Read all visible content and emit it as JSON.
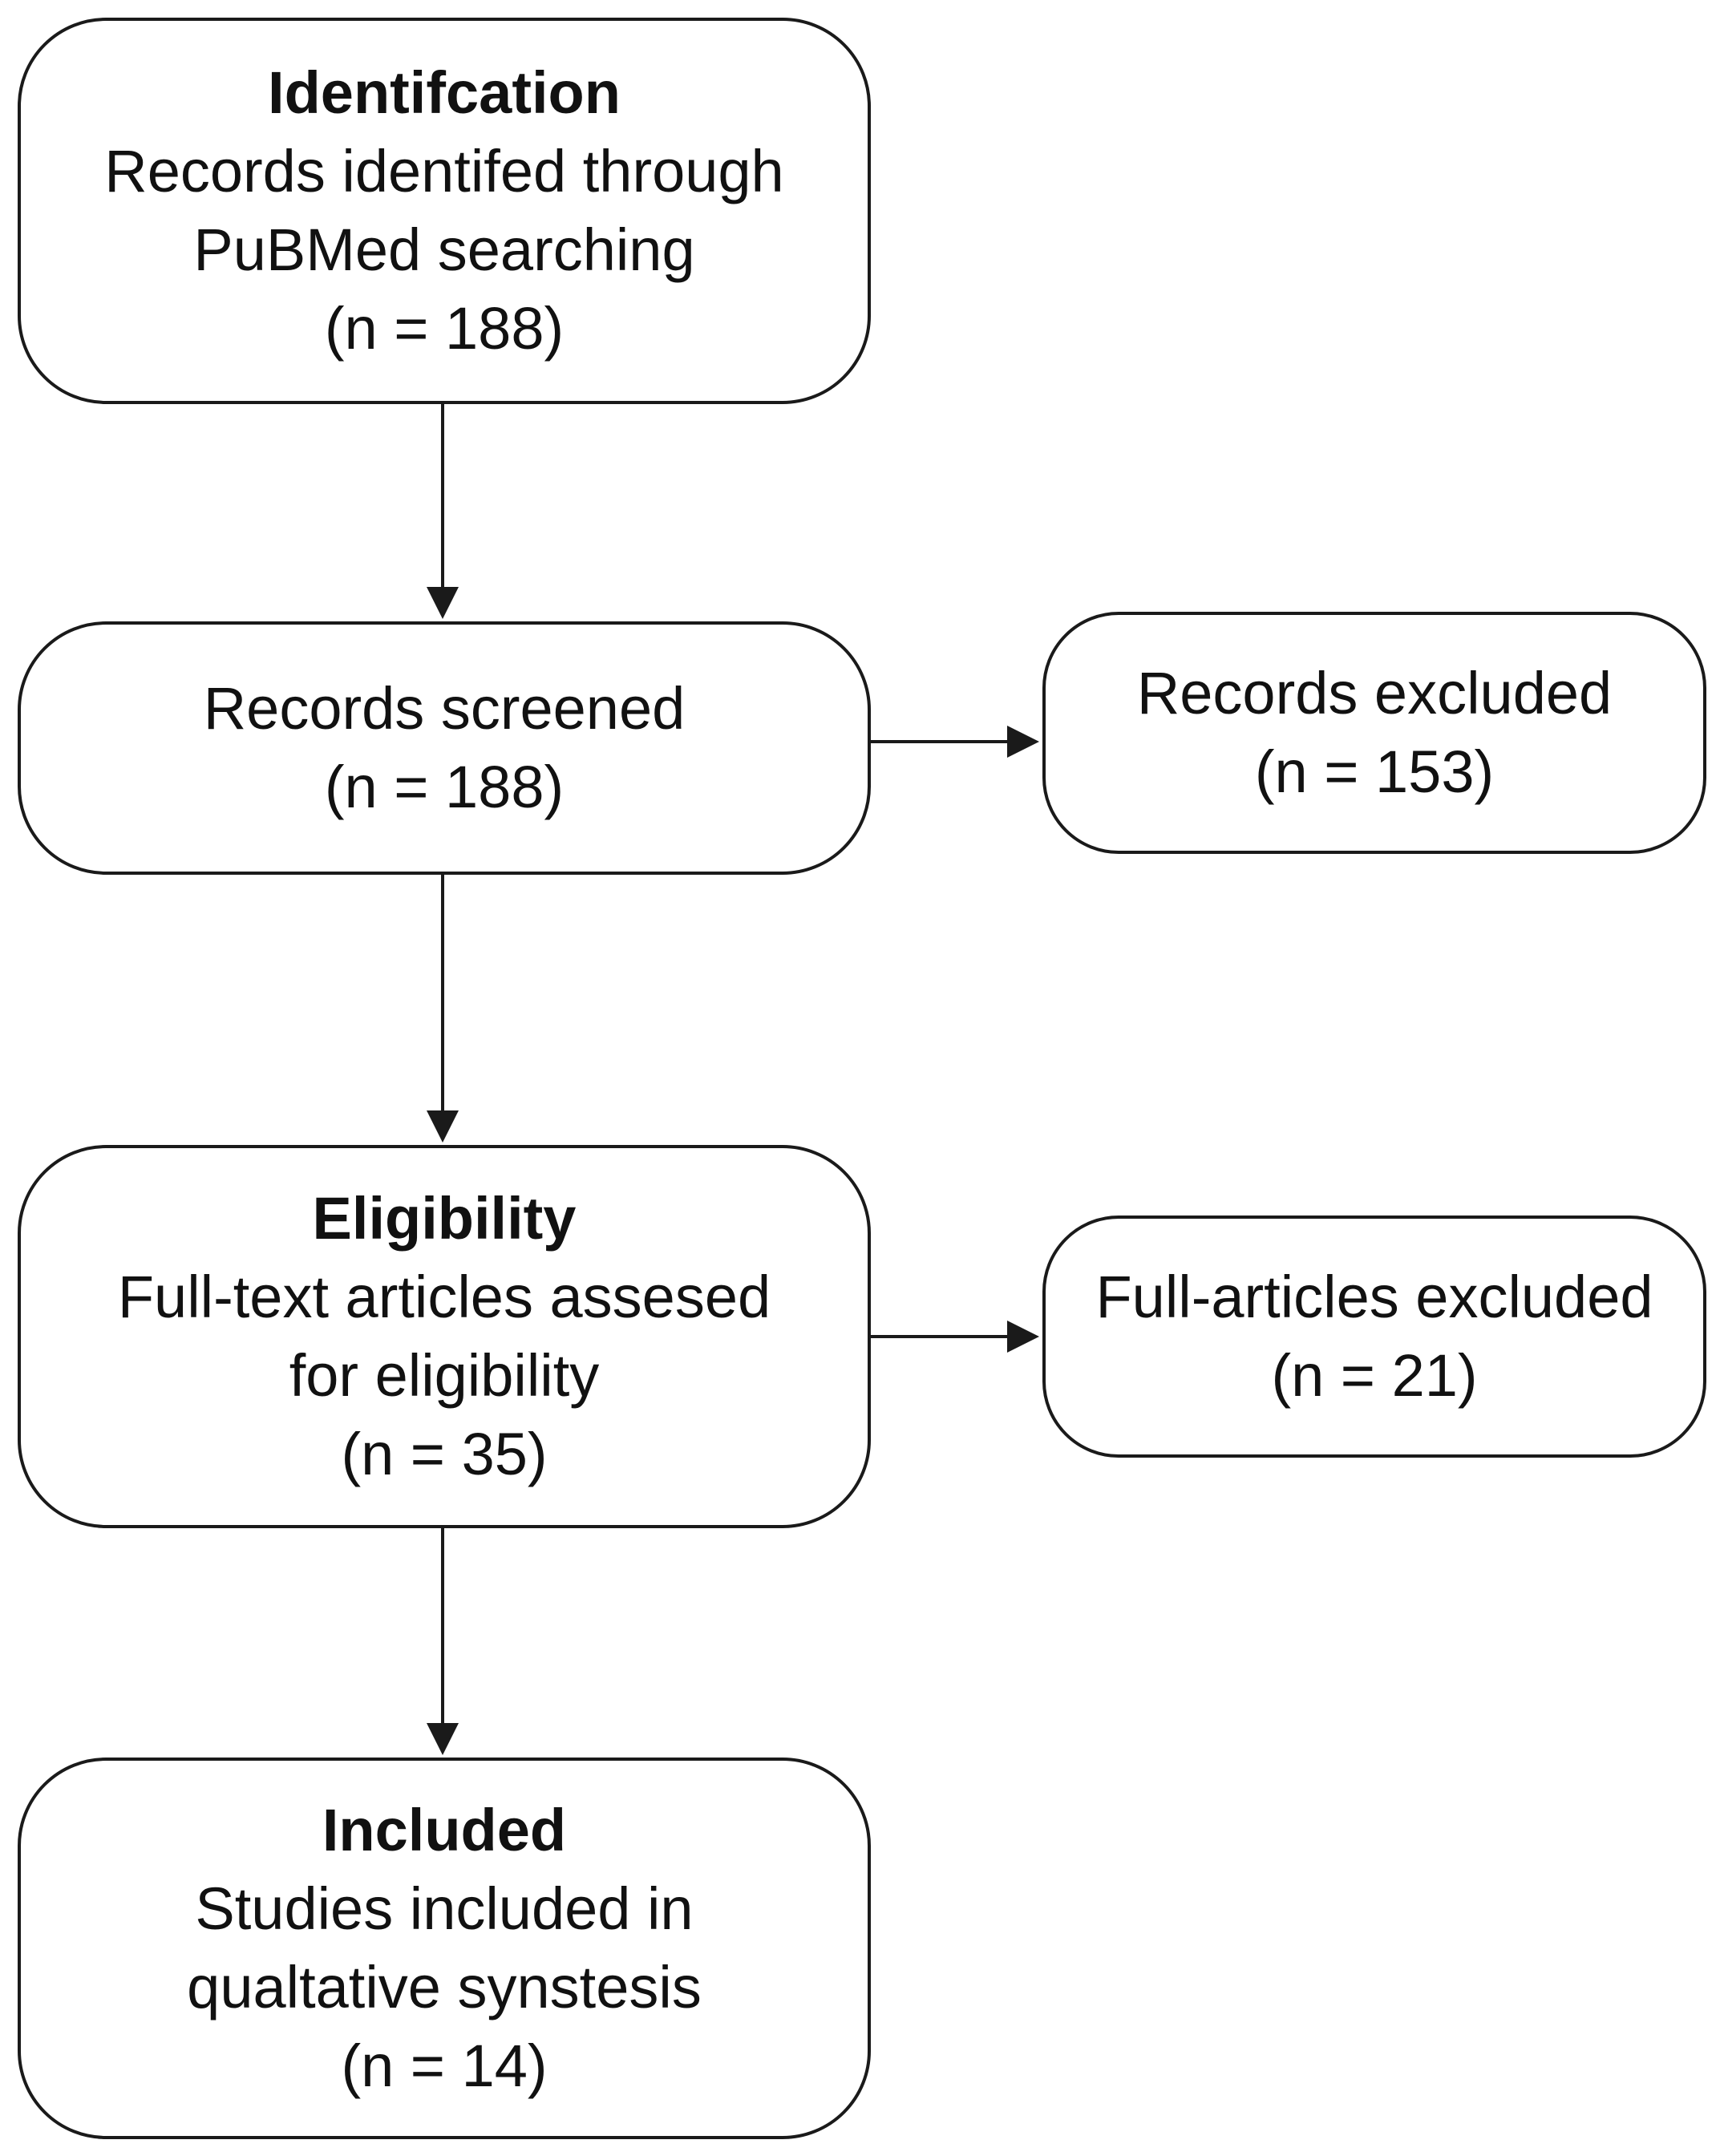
{
  "flowchart": {
    "identification": {
      "title": "Identifcation",
      "lines": [
        "Records identifed through",
        "PuBMed searching",
        "(n = 188)"
      ]
    },
    "screened": {
      "lines": [
        "Records screened",
        "(n = 188)"
      ]
    },
    "records_excluded": {
      "lines": [
        "Records excluded",
        "(n = 153)"
      ]
    },
    "eligibility": {
      "title": "Eligibility",
      "lines": [
        "Full-text articles assesed",
        "for eligibility",
        "(n = 35)"
      ]
    },
    "full_articles_excluded": {
      "lines": [
        "Full-articles excluded",
        "(n = 21)"
      ]
    },
    "included": {
      "title": "Included",
      "lines": [
        "Studies included in",
        "qualtative synstesis",
        "(n = 14)"
      ]
    }
  },
  "colors": {
    "stroke": "#1a1a1a",
    "background": "#ffffff"
  }
}
